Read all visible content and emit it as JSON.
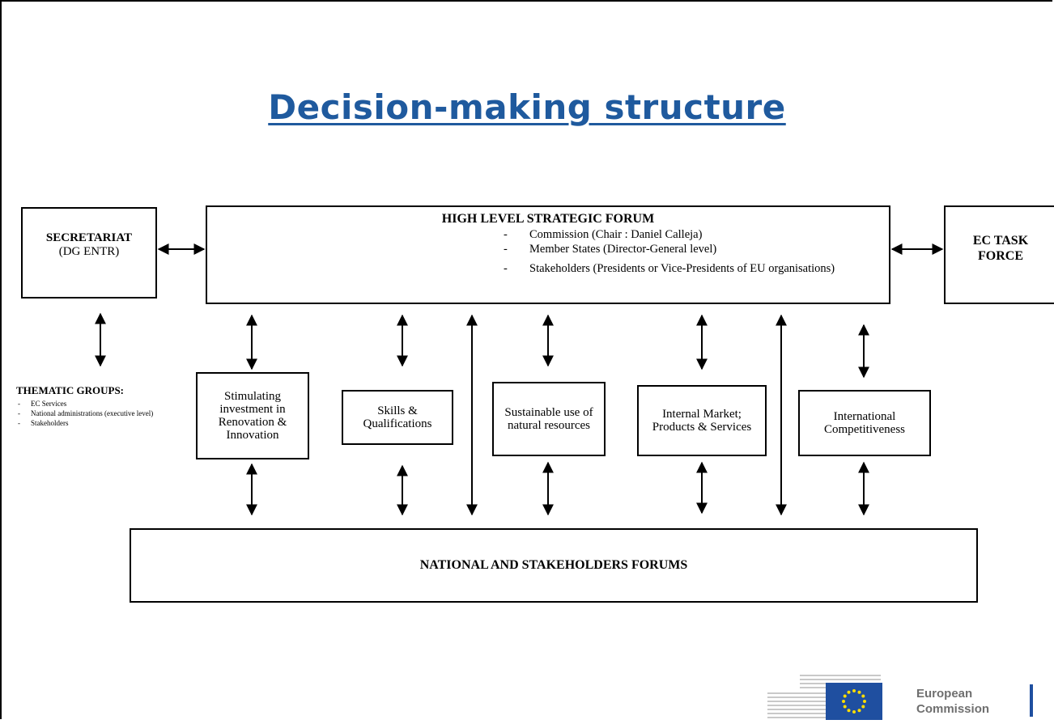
{
  "title": "Decision-making structure",
  "secretariat": {
    "line1": "SECRETARIAT",
    "line2": "(DG ENTR)"
  },
  "hlsf": {
    "title": "HIGH LEVEL STRATEGIC FORUM",
    "items": [
      "Commission (Chair : Daniel Calleja)",
      "Member States (Director-General level)",
      "Stakeholders (Presidents or Vice-Presidents of EU organisations)"
    ]
  },
  "ectask": {
    "line1": "EC TASK",
    "line2": "FORCE"
  },
  "thematic": {
    "heading": "THEMATIC GROUPS:",
    "items": [
      "EC Services",
      "National administrations (executive level)",
      "Stakeholders"
    ]
  },
  "groups": [
    "Stimulating investment in Renovation & Innovation",
    "Skills & Qualifications",
    "Sustainable use of natural resources",
    "Internal Market; Products & Services",
    "International Competitiveness"
  ],
  "national_forums": "NATIONAL AND STAKEHOLDERS FORUMS",
  "logo": {
    "line1": "European",
    "line2": "Commission"
  },
  "colors": {
    "title": "#1f5a9e",
    "eu_blue": "#1f4fa0",
    "eu_star": "#ffdd00",
    "logo_text": "#6f6f6f"
  }
}
